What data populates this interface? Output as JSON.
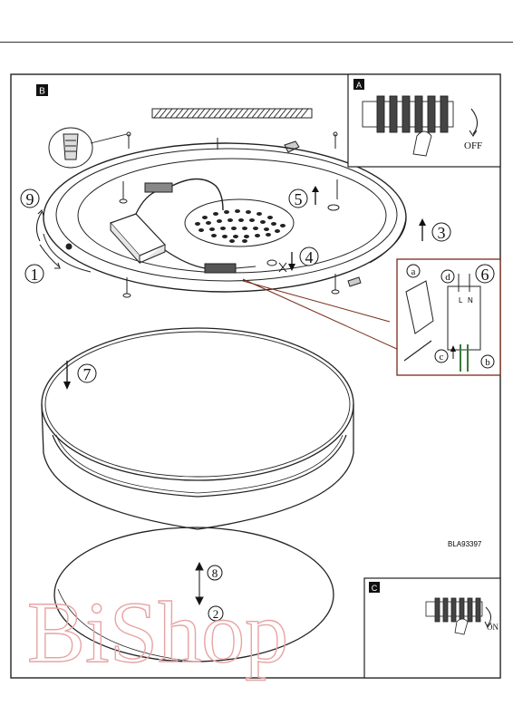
{
  "panels": {
    "main": {
      "label": "B"
    },
    "inset_top": {
      "label": "A",
      "state": "OFF"
    },
    "inset_bottom": {
      "label": "C",
      "state": "ON"
    }
  },
  "steps": {
    "s1": "1",
    "s2": "2",
    "s3": "3",
    "s4": "4",
    "s5": "5",
    "s6": "6",
    "s7": "7",
    "s8": "8",
    "s9": "9"
  },
  "substeps": {
    "a": "a",
    "b": "b",
    "c": "c",
    "d": "d"
  },
  "connector": {
    "n": "N",
    "l": "L"
  },
  "model_code": "BLA93397",
  "watermark": "BiShop"
}
